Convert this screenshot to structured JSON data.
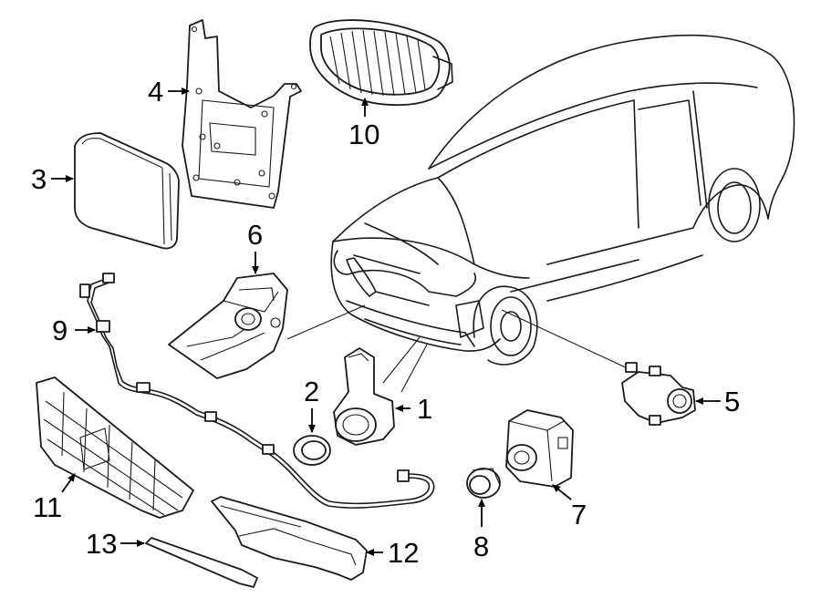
{
  "diagram": {
    "callouts": [
      {
        "id": "1",
        "text": "1"
      },
      {
        "id": "2",
        "text": "2"
      },
      {
        "id": "3",
        "text": "3"
      },
      {
        "id": "4",
        "text": "4"
      },
      {
        "id": "5",
        "text": "5"
      },
      {
        "id": "6",
        "text": "6"
      },
      {
        "id": "7",
        "text": "7"
      },
      {
        "id": "8",
        "text": "8"
      },
      {
        "id": "9",
        "text": "9"
      },
      {
        "id": "10",
        "text": "10"
      },
      {
        "id": "11",
        "text": "11"
      },
      {
        "id": "12",
        "text": "12"
      },
      {
        "id": "13",
        "text": "13"
      }
    ],
    "parts": [
      {
        "callout": "1",
        "shape": "park-sensor"
      },
      {
        "callout": "2",
        "shape": "sensor-ring"
      },
      {
        "callout": "3",
        "shape": "control-module"
      },
      {
        "callout": "4",
        "shape": "mounting-bracket"
      },
      {
        "callout": "5",
        "shape": "camera"
      },
      {
        "callout": "6",
        "shape": "camera-holder"
      },
      {
        "callout": "7",
        "shape": "camera-assembly"
      },
      {
        "callout": "8",
        "shape": "lens-ring"
      },
      {
        "callout": "9",
        "shape": "wiring-harness"
      },
      {
        "callout": "10",
        "shape": "kidney-grille"
      },
      {
        "callout": "11",
        "shape": "lower-grille"
      },
      {
        "callout": "12",
        "shape": "bumper-trim"
      },
      {
        "callout": "13",
        "shape": "molding-strip"
      }
    ]
  }
}
